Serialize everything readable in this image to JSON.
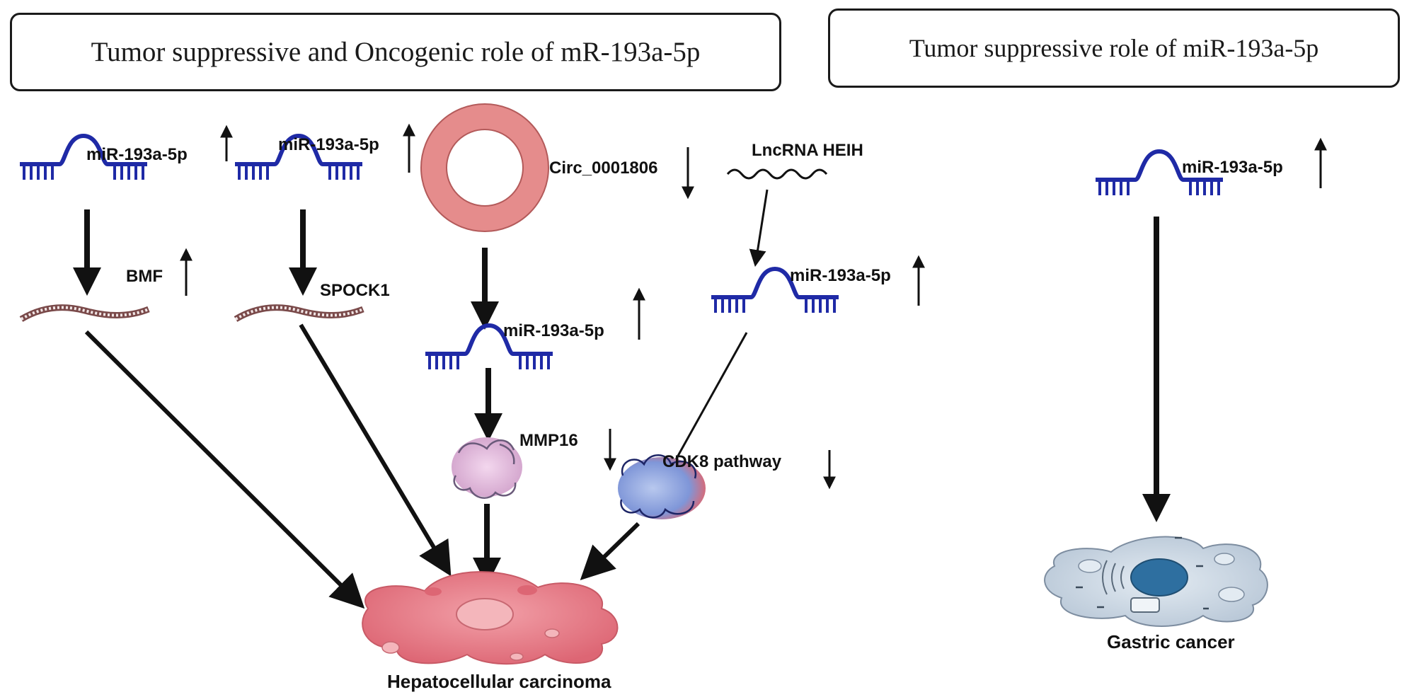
{
  "titles": {
    "left": "Tumor suppressive and Oncogenic role of mR-193a-5p",
    "right": "Tumor suppressive role of miR-193a-5p"
  },
  "nodes": {
    "mir_1": "miR-193a-5p",
    "mir_2": "miR-193a-5p",
    "circ": "Circ_0001806",
    "lncrna": "LncRNA HEIH",
    "bmf": "BMF",
    "spock1": "SPOCK1",
    "mir_3": "miR-193a-5p",
    "mir_4": "miR-193a-5p",
    "mmp16": "MMP16",
    "cdk8": "CDK8 pathway",
    "hcc": "Hepatocellular carcinoma",
    "mir_5": "miR-193a-5p",
    "gastric": "Gastric cancer"
  },
  "regulation": {
    "mir_1": "up",
    "mir_2": "up",
    "circ": "down",
    "bmf": "up",
    "mir_3": "up",
    "mir_4": "up",
    "mmp16": "down",
    "cdk8": "down",
    "mir_5": "up"
  },
  "colors": {
    "mirna": "#1f2aa6",
    "circ_ring": "#e58c8c",
    "mrna": "#8a5a5a",
    "hcc_cell": "#e0707a",
    "gastric_cell": "#c8d4e0",
    "nucleus": "#2e6fa0",
    "arrow": "#111111"
  }
}
